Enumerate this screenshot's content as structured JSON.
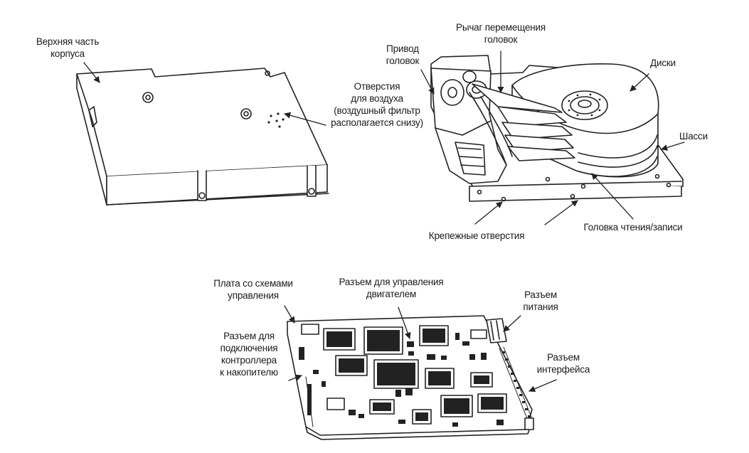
{
  "labels": {
    "top_cover": [
      "Верхняя часть",
      "корпуса"
    ],
    "head_actuator": [
      "Привод",
      "головок"
    ],
    "head_arm": [
      "Рычаг перемещения",
      "головок"
    ],
    "disks": [
      "Диски"
    ],
    "air_holes": [
      "Отверстия",
      "для воздуха",
      "(воздушный фильтр",
      "располагается снизу)"
    ],
    "chassis": [
      "Шасси"
    ],
    "mount_holes": [
      "Крепежные отверстия"
    ],
    "rw_head": [
      "Головка чтения/записи"
    ],
    "control_board": [
      "Плата со схемами",
      "управления"
    ],
    "motor_connector": [
      "Разъем для управления",
      "двигателем"
    ],
    "power_connector": [
      "Разъем",
      "питания"
    ],
    "controller_connector": [
      "Разъем для",
      "подключения",
      "контроллера",
      "к накопителю"
    ],
    "interface_connector": [
      "Разъем",
      "интерфейса"
    ]
  }
}
